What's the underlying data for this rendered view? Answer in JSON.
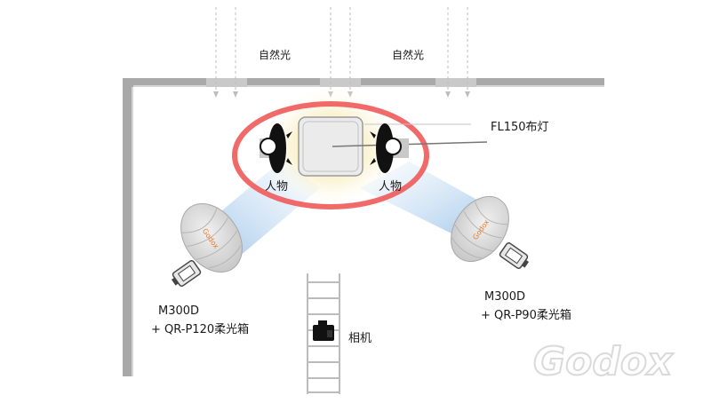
{
  "diagram": {
    "labels": {
      "natural_light_left": "自然光",
      "natural_light_right": "自然光",
      "fl150": "FL150布灯",
      "person_left": "人物",
      "person_right": "人物",
      "light_left_line1": "M300D",
      "light_left_line2": "+ QR-P120柔光箱",
      "light_right_line1": "M300D",
      "light_right_line2": "+ QR-P90柔光箱",
      "camera": "相机"
    },
    "softbox_brand": "Godox",
    "brand_watermark": "Godox",
    "colors": {
      "wall": "#aaaaaa",
      "window": "#b9b9b9",
      "arrow": "#bdbdbd",
      "ring": "#ef5a5a",
      "glow": "#f5e6a0",
      "beam": "#9cc6ea",
      "softbox": "#d0d0d0",
      "brand_orange": "#e8792a",
      "text": "#1a1a1a"
    }
  }
}
